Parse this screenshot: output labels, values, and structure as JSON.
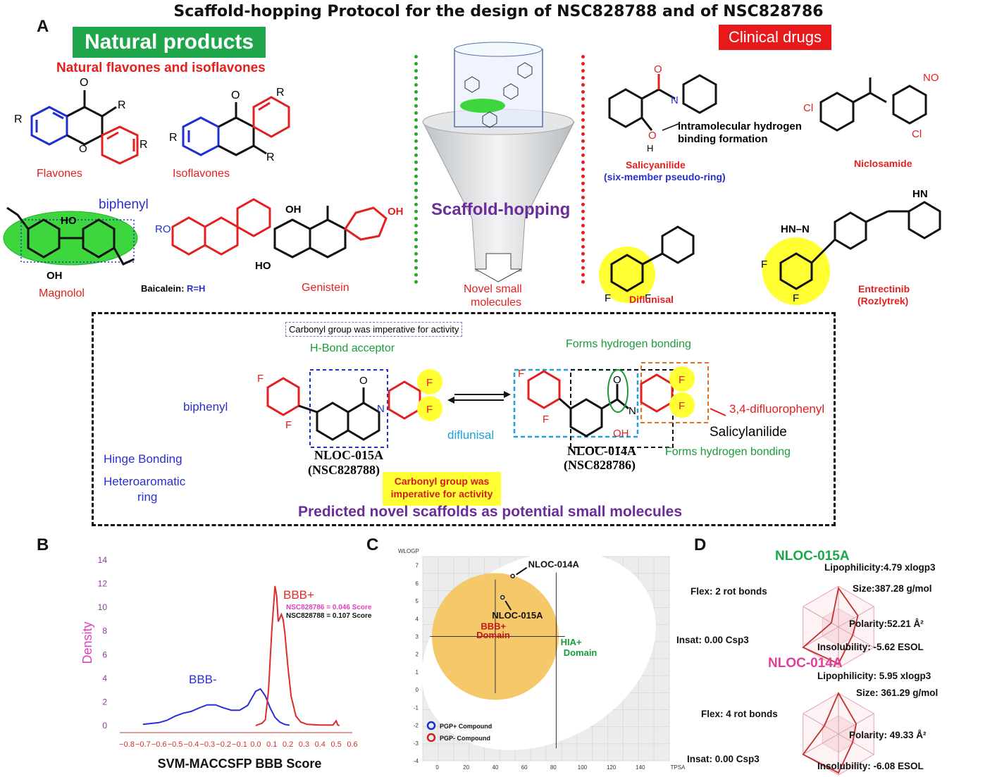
{
  "title": "Scaffold-hopping Protocol for the design of NSC828788 and of NSC828786",
  "panels": {
    "a": "A",
    "b": "B",
    "c": "C",
    "d": "D"
  },
  "natural": {
    "badge": "Natural products",
    "subtitle": "Natural flavones and isoflavones",
    "flavones": "Flavones",
    "isoflavones": "Isoflavones",
    "magnolol": "Magnolol",
    "biphenyl": "biphenyl",
    "baicalein": "Baicalein:",
    "baicalein_r": "R=H",
    "genistein": "Genistein",
    "sub_r1": "R",
    "sub_r2": "R",
    "sub_r3": "R",
    "ro": "RO",
    "oh": "OH",
    "ho": "HO",
    "o": "O"
  },
  "clinical": {
    "badge": "Clinical drugs",
    "salicyanilide": "Salicyanilide",
    "pseudo_ring": "(six-member pseudo-ring)",
    "intramolecular": "intramolecular hydrogen",
    "binding_formation": "binding formation",
    "niclosamide": "Niclosamide",
    "diflunisal": "Diflunisal",
    "entrectinib": "Entrectinib",
    "rozlytrek": "(Rozlytrek)",
    "cl": "Cl",
    "no2": "NO",
    "f": "F",
    "n": "N",
    "h": "H",
    "nh": "NH",
    "hn": "HN",
    "hnn": "HN–N"
  },
  "funnel": {
    "label": "Scaffold-hopping",
    "output": "Novel small",
    "output2": "molecules"
  },
  "design": {
    "carbonyl_top": "Carbonyl group was imperative for activity",
    "hbond_acceptor": "H-Bond acceptor",
    "biphenyl": "biphenyl",
    "hinge": "Hinge Bonding",
    "hetero1": "Heteroaromatic",
    "hetero2": "ring",
    "nloc015": "NLOC-015A",
    "nsc788": "(NSC828788)",
    "carbonyl_box1": "Carbonyl group was",
    "carbonyl_box2": "imperative for activity",
    "forms_top": "Forms hydrogen bonding",
    "forms_bottom": "Forms hydrogen bonding",
    "diflunisal": "diflunisal",
    "nloc014": "NLOC-014A",
    "nsc786": "(NSC828786)",
    "difluoro": "3,4-difluorophenyl",
    "salicylanilide": "Salicylanilide",
    "predicted": "Predicted novel scaffolds as potential small molecules"
  },
  "chart_data": [
    {
      "type": "line",
      "panel": "B",
      "xlabel": "SVM-MACCSFP BBB Score",
      "ylabel": "Density",
      "xlim": [
        -0.8,
        0.6
      ],
      "ylim": [
        0,
        14
      ],
      "xticks": [
        "−0.8",
        "−0.7",
        "−0.6",
        "−0.5",
        "−0.4",
        "−0.3",
        "−0.2",
        "−0.1",
        "0.0",
        "0.1",
        "0.2",
        "0.3",
        "0.4",
        "0.5",
        "0.6"
      ],
      "yticks": [
        "0",
        "2",
        "4",
        "6",
        "8",
        "10",
        "12",
        "14"
      ],
      "series": [
        {
          "name": "BBB-",
          "color": "#2a2fd6",
          "x": [
            -0.7,
            -0.6,
            -0.55,
            -0.5,
            -0.45,
            -0.4,
            -0.35,
            -0.3,
            -0.25,
            -0.2,
            -0.15,
            -0.1,
            -0.05,
            0.0,
            0.03,
            0.06,
            0.09,
            0.12,
            0.15,
            0.18,
            0.21
          ],
          "y": [
            0.1,
            0.25,
            0.45,
            0.8,
            1.05,
            1.2,
            1.5,
            1.75,
            1.75,
            1.5,
            1.3,
            1.3,
            1.7,
            2.9,
            3.1,
            2.5,
            1.5,
            0.7,
            0.3,
            0.1,
            0.03
          ]
        },
        {
          "name": "BBB+",
          "color": "#e02a2a",
          "x": [
            0.0,
            0.04,
            0.06,
            0.08,
            0.1,
            0.12,
            0.13,
            0.14,
            0.16,
            0.17,
            0.18,
            0.2,
            0.22,
            0.25,
            0.28,
            0.32,
            0.4,
            0.48,
            0.5,
            0.51,
            0.52
          ],
          "y": [
            0.0,
            0.2,
            0.5,
            3.0,
            8.0,
            11.8,
            11.0,
            8.8,
            9.4,
            9.0,
            8.0,
            5.0,
            2.5,
            0.8,
            0.3,
            0.1,
            0.05,
            0.05,
            0.4,
            0.05,
            0.0
          ]
        }
      ],
      "annotations": [
        {
          "text": "BBB+",
          "color": "#e02a2a"
        },
        {
          "text": "NSC828786 = 0.046 Score",
          "color": "#e040c0"
        },
        {
          "text": "NSC828788 = 0.107 Score",
          "color": "#111111"
        },
        {
          "text": "BBB-",
          "color": "#2a2fd6"
        }
      ]
    },
    {
      "type": "scatter",
      "panel": "C",
      "xlabel": "TPSA",
      "ylabel": "WLOGP",
      "xlim": [
        -10,
        160
      ],
      "ylim": [
        -4,
        7.5
      ],
      "xticks": [
        "0",
        "20",
        "40",
        "60",
        "80",
        "100",
        "120",
        "140"
      ],
      "yticks": [
        "-4",
        "-3",
        "-2",
        "-1",
        "0",
        "1",
        "2",
        "3",
        "4",
        "5",
        "6",
        "7"
      ],
      "points": [
        {
          "name": "NLOC-014A",
          "x": 52,
          "y": 6.4
        },
        {
          "name": "NLOC-015A",
          "x": 45,
          "y": 5.2
        }
      ],
      "regions": [
        "BBB+",
        "Domain",
        "HIA+",
        "Domain"
      ],
      "legend": [
        "PGP+ Compound",
        "PGP- Compound"
      ]
    },
    {
      "type": "radar",
      "panel": "D",
      "charts": [
        {
          "title": "NLOC-015A",
          "color": "#1aa84a",
          "axes": [
            "Lipophilicity:4.79 xlogp3",
            "Size:387.28 g/mol",
            "Polarity:52.21 Å²",
            "Insolubility:  -5.62 ESOL",
            "Insat: 0.00 Csp3",
            "Flex: 2 rot bonds"
          ],
          "values": [
            0.95,
            0.55,
            0.4,
            0.9,
            1.0,
            0.2
          ]
        },
        {
          "title": "NLOC-014A",
          "color": "#e0409a",
          "axes": [
            "Lipophilicity: 5.95 xlogp3",
            "Size: 361.29 g/mol",
            "Polarity: 49.33 Å²",
            "Insolubility: -6.08 ESOL",
            "Insat: 0.00 Csp3",
            "Flex: 4 rot bonds"
          ],
          "values": [
            1.0,
            0.5,
            0.4,
            0.95,
            1.0,
            0.4
          ]
        }
      ]
    }
  ]
}
